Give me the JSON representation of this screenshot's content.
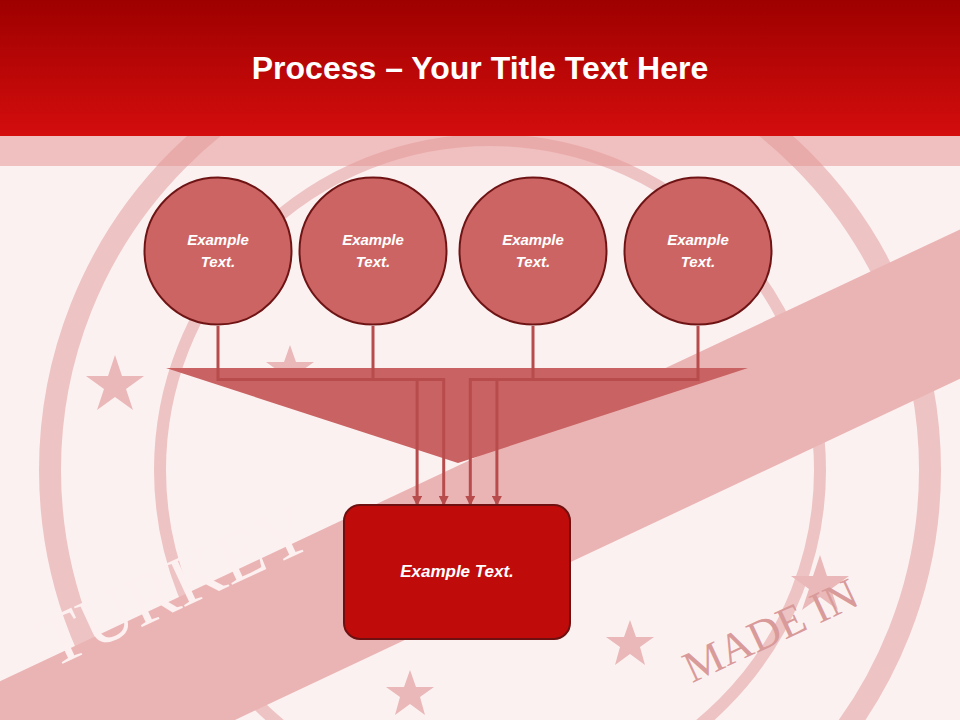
{
  "diagram": {
    "title": "Process – Your Title Text Here",
    "nodes": [
      {
        "text": [
          "Example Text."
        ]
      },
      {
        "text": [
          "Example Text."
        ]
      },
      {
        "text": [
          "Example Text."
        ]
      },
      {
        "text": [
          "Example Text."
        ]
      },
      {
        "text": [
          "Example Text."
        ]
      }
    ],
    "edges": [
      {
        "from": 0,
        "to": 4,
        "arrow": "to"
      },
      {
        "from": 1,
        "to": 4,
        "arrow": "to"
      },
      {
        "from": 2,
        "to": 4,
        "arrow": "to"
      },
      {
        "from": 3,
        "to": 4,
        "arrow": "to"
      }
    ],
    "labels": [
      "TURKEY",
      "MADE IN"
    ]
  }
}
